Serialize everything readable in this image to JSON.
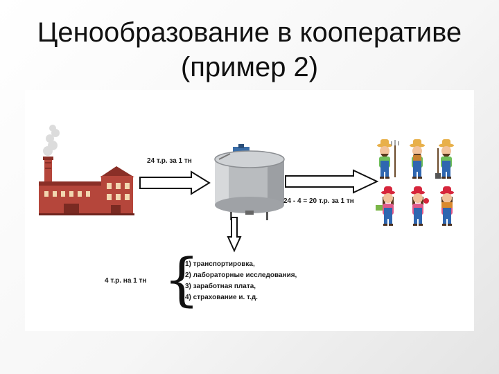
{
  "title": {
    "line1": "Ценообразование в кооперативе",
    "line2": "(пример 2)"
  },
  "diagram": {
    "price_in_label": "24 т.р. за 1 тн",
    "price_out_label": "24 - 4 = 20 т.р. за 1 тн",
    "costs_label": "4 т.р. на 1 тн",
    "brace": "{",
    "costs": [
      "1) транспортировка,",
      "2) лабораторные исследования,",
      "3) заработная плата,",
      "4) страхование и. т.д."
    ]
  },
  "colors": {
    "brick": "#b5463b",
    "roof": "#8a2f27",
    "tank": "#b9bcbf",
    "farmer_shirt": "#6fbf5a",
    "farmer_overalls": "#2f66b0",
    "farmer_hat": "#d6263c"
  },
  "icons": {
    "factory": "factory-icon",
    "tank": "milk-tank-icon",
    "farmers": "farmers-group-icon"
  }
}
